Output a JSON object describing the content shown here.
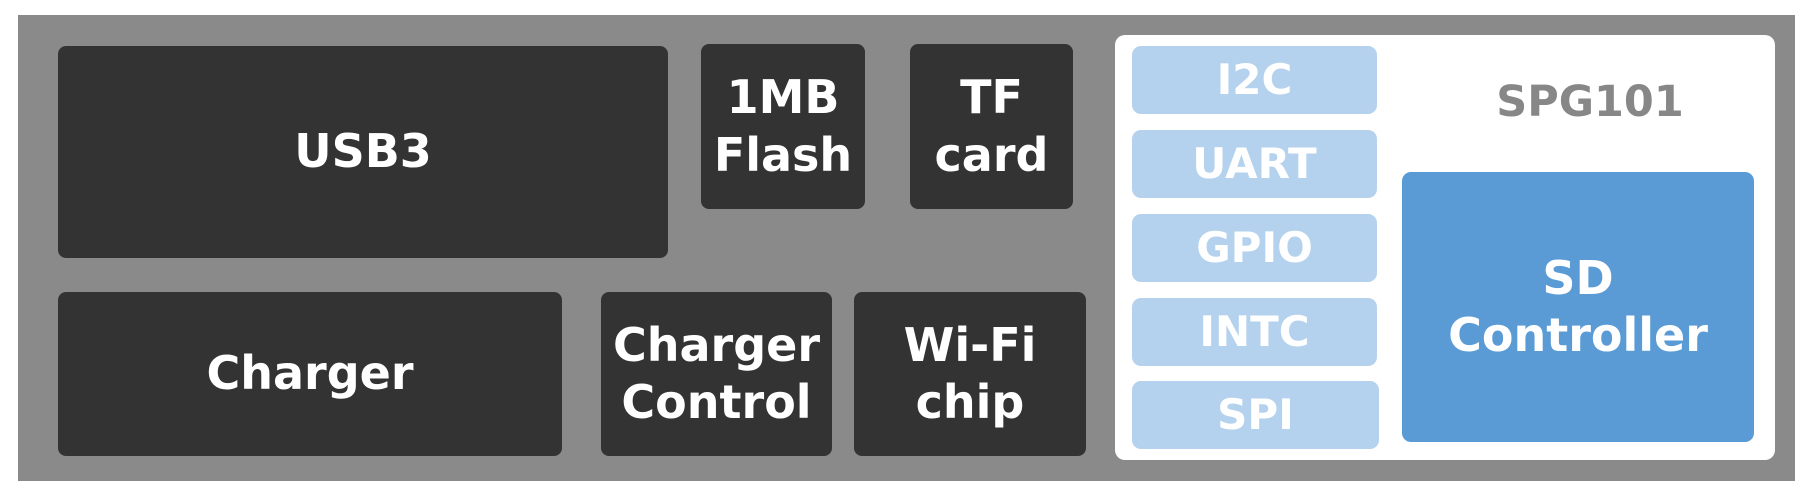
{
  "blocks": {
    "usb3": "USB3",
    "flash": "1MB\nFlash",
    "tf_card": "TF\ncard",
    "charger": "Charger",
    "charger_control": "Charger\nControl",
    "wifi_chip": "Wi-Fi\nchip"
  },
  "soc": {
    "title": "SPG101",
    "peripherals": [
      "I2C",
      "UART",
      "GPIO",
      "INTC",
      "SPI"
    ],
    "sd_controller": "SD\nController"
  },
  "colors": {
    "board_background": "#8a8a8a",
    "component_block": "#333333",
    "soc_background": "#ffffff",
    "peripheral_block": "#b4d2ee",
    "sd_controller_block": "#5b9bd5",
    "soc_title_text": "#878787"
  }
}
